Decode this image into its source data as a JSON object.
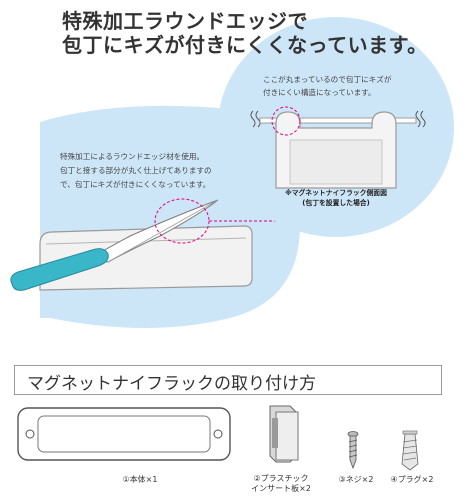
{
  "headline": {
    "line1": "特殊加工ラウンドエッジで",
    "line2": "包丁にキズが付きにくくなっています。"
  },
  "detail_note": {
    "line1": "ここが丸まっているので包丁にキズが",
    "line2": "付きにくい構造になっています。"
  },
  "main_note": {
    "line1": "特殊加工によるラウンドエッジ材を使用。",
    "line2": "包丁と接する部分が丸く仕上げてありますの",
    "line3": "で、包丁にキズが付きにくくなっています。"
  },
  "callout": {
    "line1": "※マグネットナイフラック側面図",
    "line2": "(包丁を設置した場合)"
  },
  "section_title": "マグネットナイフラックの取り付け方",
  "parts": [
    {
      "label": "①本体×1"
    },
    {
      "label_line1": "②プラスチック",
      "label_line2": "インサート板×2"
    },
    {
      "label": "③ネジ×2"
    },
    {
      "label": "④プラグ×2"
    }
  ],
  "colors": {
    "bubble": "#cde6f7",
    "accent_pink": "#e4007f",
    "knife_handle": "#3ab6c9",
    "outline": "#9a9a9a"
  }
}
